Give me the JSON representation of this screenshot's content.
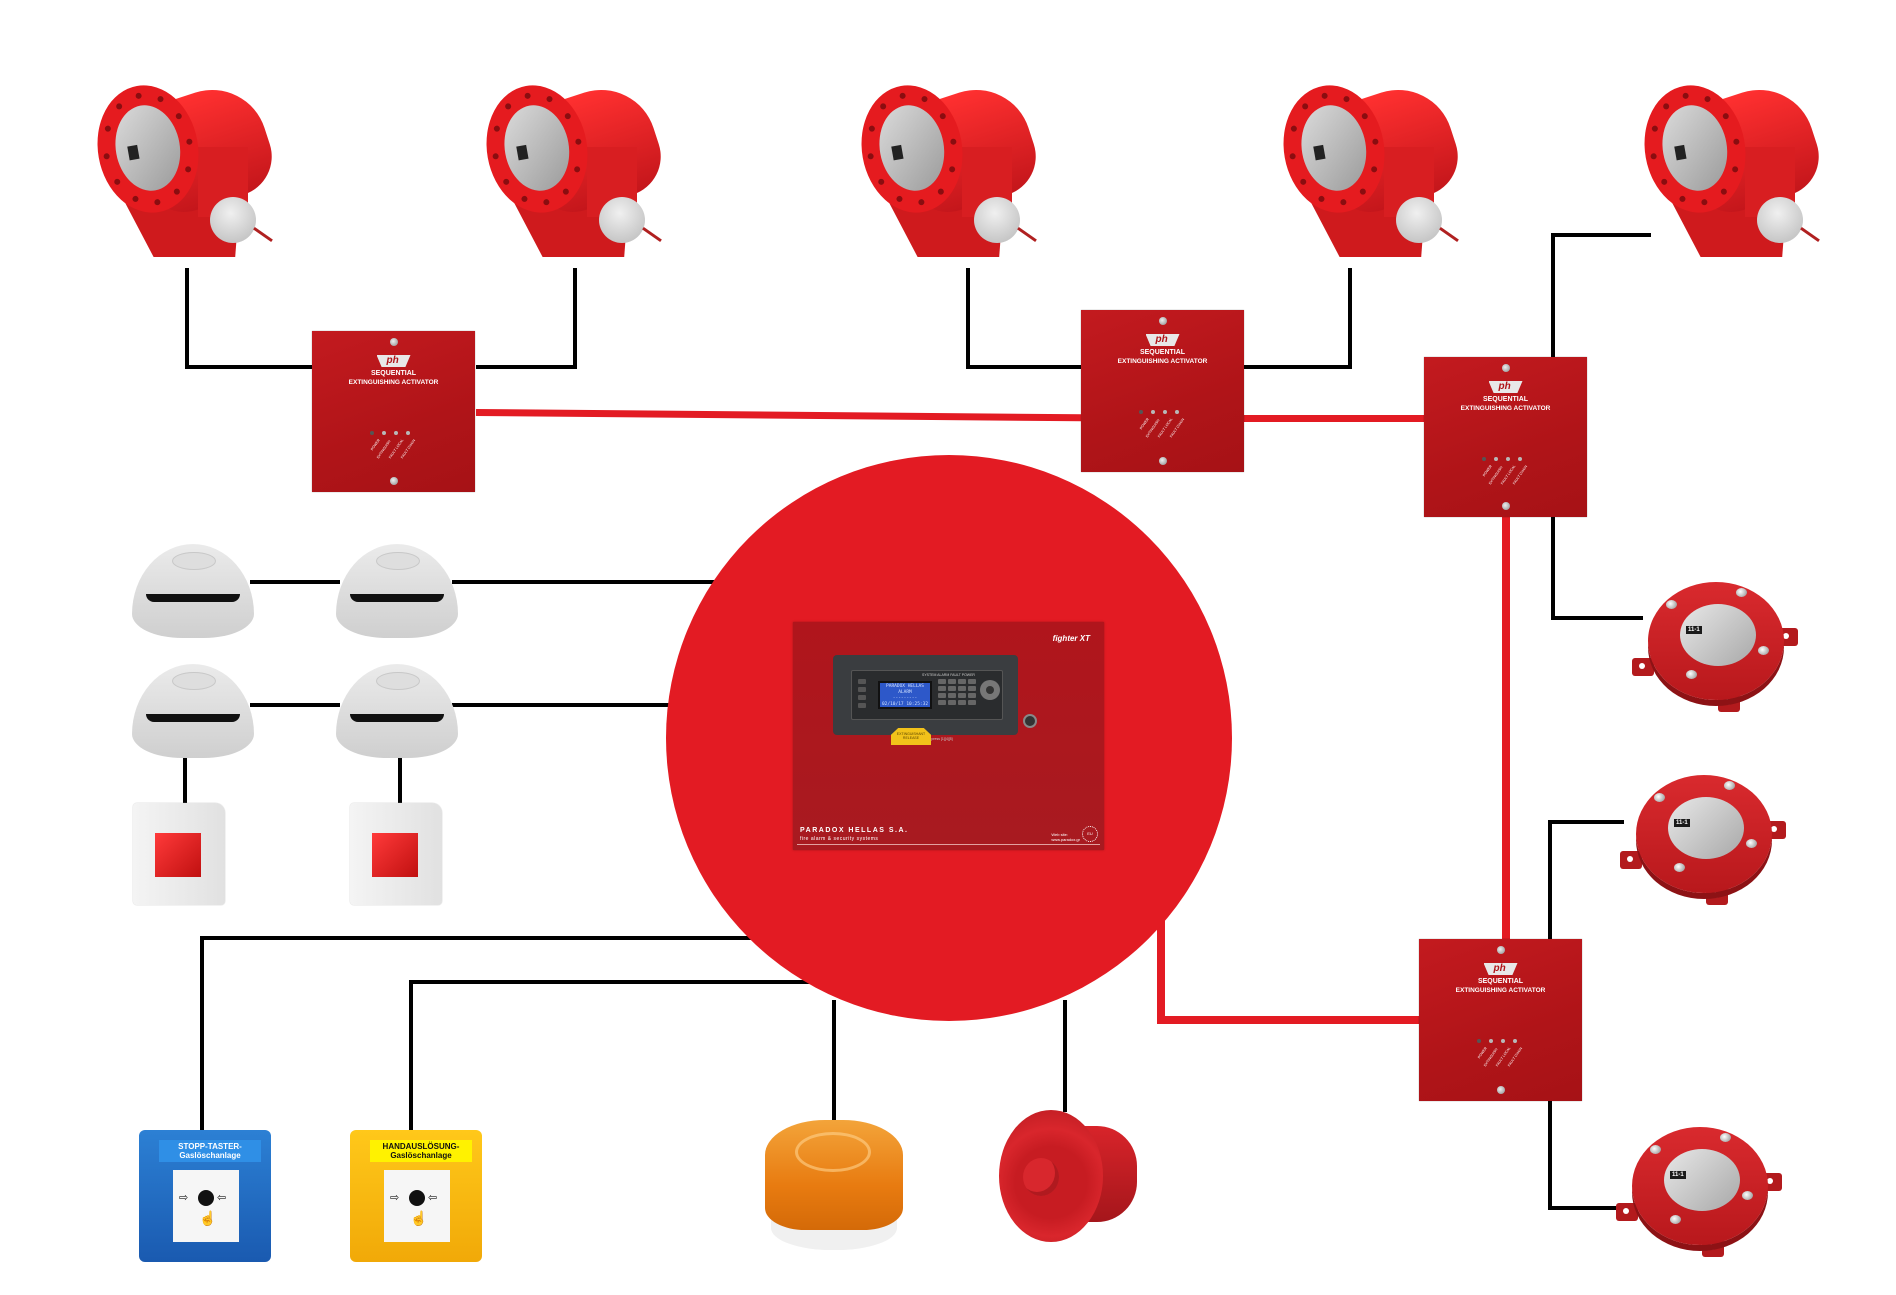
{
  "diagram": {
    "title": "Fire detection and sequential gas extinguishing system topology",
    "colors": {
      "main_circle": "#e31b23",
      "red_bus": "#e31b23",
      "black_wire": "#000000",
      "background": "#ffffff"
    }
  },
  "control_panel": {
    "brand_model": "fighter XT",
    "lcd_lines": [
      "PARADOX HELLAS",
      "ALARM",
      "---------",
      "02/10/17  10:25:32"
    ],
    "system_leds": "SYSTEM  ALARM  FAULT  POWER",
    "evac_text": "For EVACUATION press [1][4][5]",
    "yellow_label": [
      "EXTINGUISHANT",
      "RELEASE"
    ],
    "company": "PARADOX HELLAS S.A.",
    "tagline": "fire alarm & security systems",
    "web_label": "Web site:",
    "web_url": "www.paradox.gr",
    "eu_badge": "EU"
  },
  "activators": [
    {
      "title_line1": "SEQUENTIAL",
      "title_line2": "EXTINGUISHING ACTIVATOR",
      "logo": "ph",
      "leds": [
        "POWER",
        "EXTINGUISH",
        "FAULT LOCAL",
        "FAULT CHAIN"
      ]
    },
    {
      "title_line1": "SEQUENTIAL",
      "title_line2": "EXTINGUISHING ACTIVATOR",
      "logo": "ph",
      "leds": [
        "POWER",
        "EXTINGUISH",
        "FAULT LOCAL",
        "FAULT CHAIN"
      ]
    },
    {
      "title_line1": "SEQUENTIAL",
      "title_line2": "EXTINGUISHING ACTIVATOR",
      "logo": "ph",
      "leds": [
        "POWER",
        "EXTINGUISH",
        "FAULT LOCAL",
        "FAULT CHAIN"
      ]
    },
    {
      "title_line1": "SEQUENTIAL",
      "title_line2": "EXTINGUISHING ACTIVATOR",
      "logo": "ph",
      "leds": [
        "POWER",
        "EXTINGUISH",
        "FAULT LOCAL",
        "FAULT CHAIN"
      ]
    }
  ],
  "cylinders": [
    {
      "name": "extinguisher-cylinder-1"
    },
    {
      "name": "extinguisher-cylinder-2"
    },
    {
      "name": "extinguisher-cylinder-3"
    },
    {
      "name": "extinguisher-cylinder-4"
    },
    {
      "name": "extinguisher-cylinder-5"
    }
  ],
  "solenoids": [
    {
      "label": "11-1"
    },
    {
      "label": "11-1"
    },
    {
      "label": "11-1"
    }
  ],
  "detectors": [
    {
      "name": "smoke-detector-1"
    },
    {
      "name": "smoke-detector-2"
    },
    {
      "name": "smoke-detector-3"
    },
    {
      "name": "smoke-detector-4"
    }
  ],
  "beacons": [
    {
      "name": "indicator-light-1"
    },
    {
      "name": "indicator-light-2"
    }
  ],
  "call_points": [
    {
      "line1": "STOPP-TASTER-",
      "line2": "Gaslöschanlage",
      "color": "blue"
    },
    {
      "line1": "HANDAUSLÖSUNG-",
      "line2": "Gaslöschanlage",
      "color": "yellow"
    }
  ],
  "icons": {
    "arrow_right": "⇨",
    "arrow_left": "⇦",
    "hand": "☝"
  }
}
